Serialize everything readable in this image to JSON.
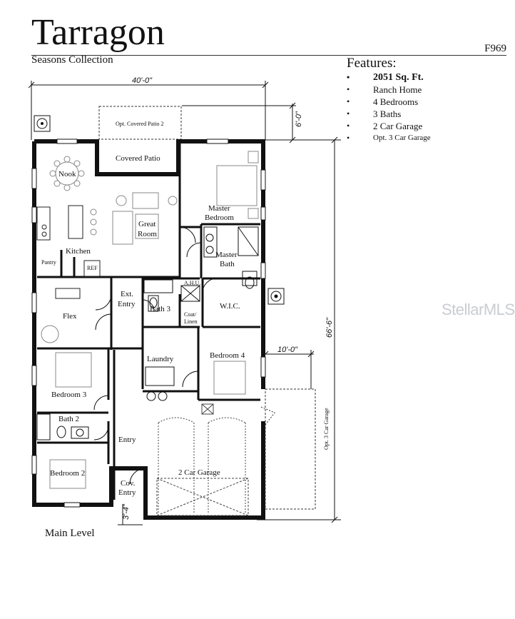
{
  "plan": {
    "title": "Tarragon",
    "collection": "Seasons Collection",
    "code": "F969",
    "level_label": "Main Level"
  },
  "features": {
    "heading": "Features:",
    "items": [
      "2051 Sq. Ft.",
      "Ranch Home",
      "4 Bedrooms",
      "3 Baths",
      "2 Car Garage",
      "Opt. 3 Car Garage"
    ]
  },
  "dimensions": {
    "width": "40'-0\"",
    "patio_depth": "6'-0\"",
    "depth": "66'-6\"",
    "garage_offset": "10'-0\"",
    "entry_step": "3'-4\""
  },
  "rooms": {
    "opt_patio": "Opt. Covered Patio 2",
    "covered_patio": "Covered Patio",
    "nook": "Nook",
    "kitchen": "Kitchen",
    "pantry": "Pantry",
    "ref": "REF",
    "great_room_1": "Great",
    "great_room_2": "Room",
    "master_bedroom_1": "Master",
    "master_bedroom_2": "Bedroom",
    "master_bath_1": "Master",
    "master_bath_2": "Bath",
    "ahu": "A.H.U.",
    "wic": "W.I.C.",
    "flex": "Flex",
    "ext_entry_1": "Ext.",
    "ext_entry_2": "Entry",
    "bath3": "Bath 3",
    "coat_1": "Coat/",
    "coat_2": "Linen",
    "laundry": "Laundry",
    "bedroom4": "Bedroom 4",
    "bedroom3": "Bedroom 3",
    "bath2": "Bath 2",
    "entry": "Entry",
    "bedroom2": "Bedroom 2",
    "cov_entry_1": "Cov.",
    "cov_entry_2": "Entry",
    "garage": "2 Car Garage",
    "opt_garage": "Opt. 3 Car Garage"
  },
  "watermark": "StellarMLS"
}
